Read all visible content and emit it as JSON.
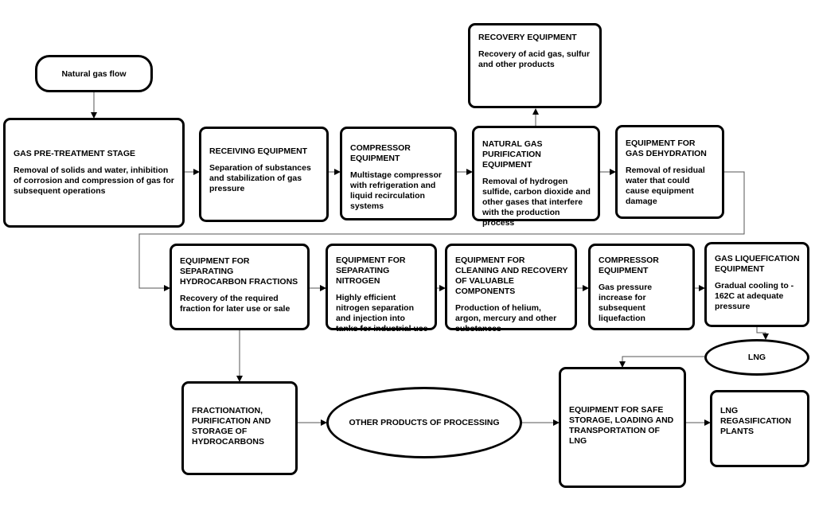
{
  "start": "Natural gas flow",
  "recovery": {
    "title": "RECOVERY EQUIPMENT",
    "desc": "Recovery of acid gas, sulfur and other products"
  },
  "row1": [
    {
      "title": "GAS PRE-TREATMENT STAGE",
      "desc": "Removal of solids and water, inhibition of corrosion and compression of gas for subsequent operations"
    },
    {
      "title": "RECEIVING EQUIPMENT",
      "desc": "Separation of substances and stabilization of gas pressure"
    },
    {
      "title": "COMPRESSOR EQUIPMENT",
      "desc": "Multistage compressor with refrigeration and liquid recirculation systems"
    },
    {
      "title": "NATURAL GAS PURIFICATION EQUIPMENT",
      "desc": "Removal of hydrogen sulfide, carbon dioxide and other gases that interfere with the production process"
    },
    {
      "title": "EQUIPMENT FOR GAS DEHYDRATION",
      "desc": "Removal of residual water that could cause equipment damage"
    }
  ],
  "row2": [
    {
      "title": "EQUIPMENT FOR SEPARATING HYDROCARBON FRACTIONS",
      "desc": "Recovery of the required fraction for later use or sale"
    },
    {
      "title": "EQUIPMENT FOR SEPARATING NITROGEN",
      "desc": "Highly efficient nitrogen separation and injection into tanks for industrial use"
    },
    {
      "title": "EQUIPMENT FOR CLEANING AND RECOVERY OF VALUABLE COMPONENTS",
      "desc": "Production of helium, argon, mercury and other substances"
    },
    {
      "title": "COMPRESSOR EQUIPMENT",
      "desc": "Gas pressure increase for subsequent liquefaction"
    },
    {
      "title": "GAS LIQUEFICATION EQUIPMENT",
      "desc": "Gradual cooling to - 162C at adequate pressure"
    }
  ],
  "lng": "LNG",
  "row3": {
    "fractionation": "FRACTIONATION, PURIFICATION AND STORAGE OF HYDROCARBONS",
    "other_products": "OTHER PRODUCTS OF PROCESSING",
    "storage": "EQUIPMENT FOR SAFE STORAGE, LOADING AND TRANSPORTATION OF LNG",
    "regas": "LNG REGASIFICATION PLANTS"
  }
}
